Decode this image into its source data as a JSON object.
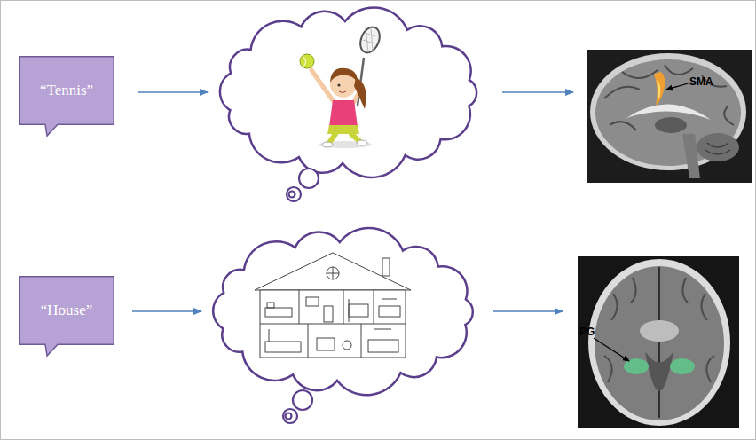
{
  "diagram": {
    "nodes": [
      {
        "text": [
          "“Tennis”"
        ]
      },
      {
        "text": [
          "“House”"
        ]
      }
    ],
    "labels": [
      "SMA",
      "PG"
    ]
  }
}
